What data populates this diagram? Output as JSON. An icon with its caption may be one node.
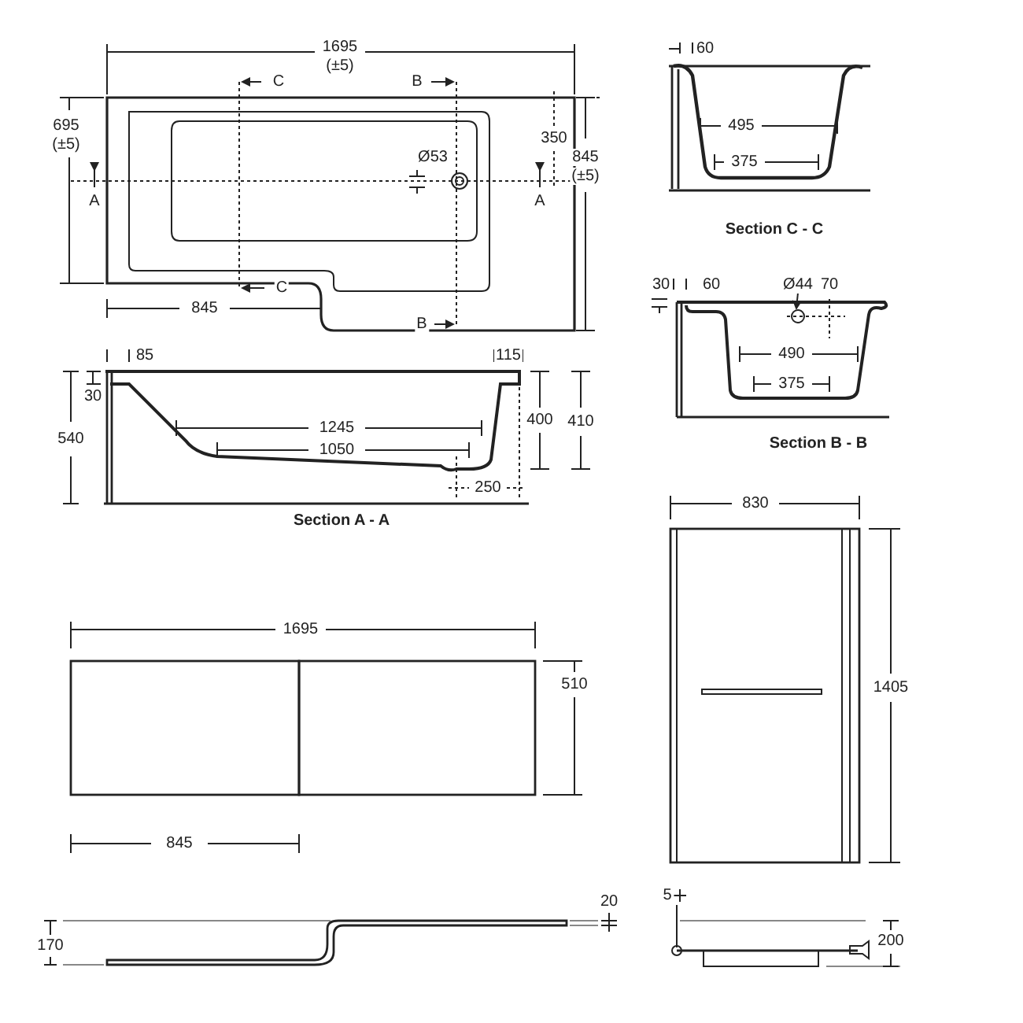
{
  "diagram": {
    "labels": [
      "1695",
      "(±5)",
      "C",
      "B",
      "695",
      "(±5)",
      "A",
      "Ø53",
      "350",
      "A",
      "845",
      "(±5)",
      "C",
      "845",
      "B",
      "60",
      "495",
      "375",
      "Section C - C",
      "30",
      "60",
      "Ø44",
      "70",
      "490",
      "375",
      "Section B - B",
      "85",
      "115",
      "30",
      "540",
      "1245",
      "400",
      "410",
      "1050",
      "250",
      "Section A - A",
      "1695",
      "510",
      "845",
      "830",
      "1405",
      "170",
      "20",
      "5",
      "200"
    ]
  }
}
